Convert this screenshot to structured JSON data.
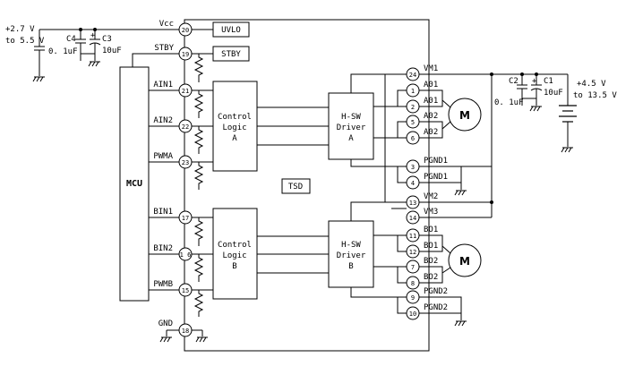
{
  "supply_left": {
    "line1": "+2.7 V",
    "line2": "to 5.5 V"
  },
  "supply_right": {
    "line1": "+4.5 V",
    "line2": "to 13.5 V"
  },
  "caps": {
    "c4": "C4",
    "c4_val": "0. 1uF",
    "c3": "C3",
    "c3_val": "10uF",
    "c2": "C2",
    "c2_val": "0. 1uF",
    "c1": "C1",
    "c1_val": "10uF",
    "plus": "+"
  },
  "blocks": {
    "uvlo": "UVLO",
    "stby": "STBY",
    "tsd": "TSD",
    "mcu": "MCU",
    "ctrl_a": [
      "Control",
      "Logic",
      "A"
    ],
    "ctrl_b": [
      "Control",
      "Logic",
      "B"
    ],
    "hsw_a": [
      "H-SW",
      "Driver",
      "A"
    ],
    "hsw_b": [
      "H-SW",
      "Driver",
      "B"
    ],
    "motor": "M"
  },
  "left_pins": [
    {
      "label": "Vcc",
      "num": "20"
    },
    {
      "label": "STBY",
      "num": "19"
    },
    {
      "label": "AIN1",
      "num": "21"
    },
    {
      "label": "AIN2",
      "num": "22"
    },
    {
      "label": "PWMA",
      "num": "23"
    },
    {
      "label": "BIN1",
      "num": "17"
    },
    {
      "label": "BIN2",
      "num": "1 6"
    },
    {
      "label": "PWMB",
      "num": "15"
    },
    {
      "label": "GND",
      "num": "18"
    }
  ],
  "right_pins": [
    {
      "label": "VM1",
      "num": "24"
    },
    {
      "label": "A01",
      "num": "1"
    },
    {
      "label": "A01",
      "num": "2"
    },
    {
      "label": "A02",
      "num": "5"
    },
    {
      "label": "A02",
      "num": "6"
    },
    {
      "label": "PGND1",
      "num": "3"
    },
    {
      "label": "PGND1",
      "num": "4"
    },
    {
      "label": "VM2",
      "num": "13"
    },
    {
      "label": "VM3",
      "num": "14"
    },
    {
      "label": "BO1",
      "num": "11"
    },
    {
      "label": "BO1",
      "num": "12"
    },
    {
      "label": "BO2",
      "num": "7"
    },
    {
      "label": "BO2",
      "num": "8"
    },
    {
      "label": "PGND2",
      "num": "9"
    },
    {
      "label": "PGND2",
      "num": "10"
    }
  ]
}
